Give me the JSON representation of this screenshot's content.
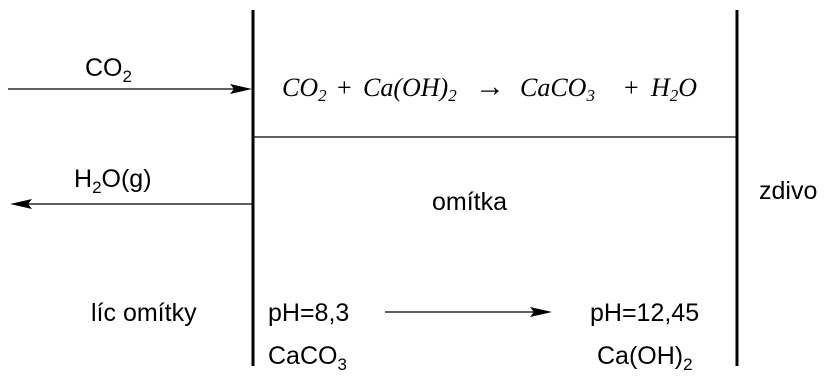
{
  "inflow": {
    "species_base": "CO",
    "species_sub": "2"
  },
  "outflow": {
    "species_base": "H",
    "species_sub": "2",
    "species_rest": "O(g)"
  },
  "reaction": {
    "r1_base": "CO",
    "r1_sub": "2",
    "plus1": "+",
    "r2_main": "Ca(OH)",
    "r2_sub": "2",
    "arrow": "→",
    "p1_base": "CaCO",
    "p1_sub": "3",
    "plus2": "+",
    "p2_base": "H",
    "p2_sub": "2",
    "p2_rest": "O"
  },
  "layer_label": "omítka",
  "wall_label": "zdivo",
  "surface_label": "líc omítky",
  "ph_left": "pH=8,3",
  "ph_right": "pH=12,45",
  "bottom_left": {
    "base": "CaCO",
    "sub": "3"
  },
  "bottom_right": {
    "base": "Ca(OH)",
    "sub": "2"
  }
}
